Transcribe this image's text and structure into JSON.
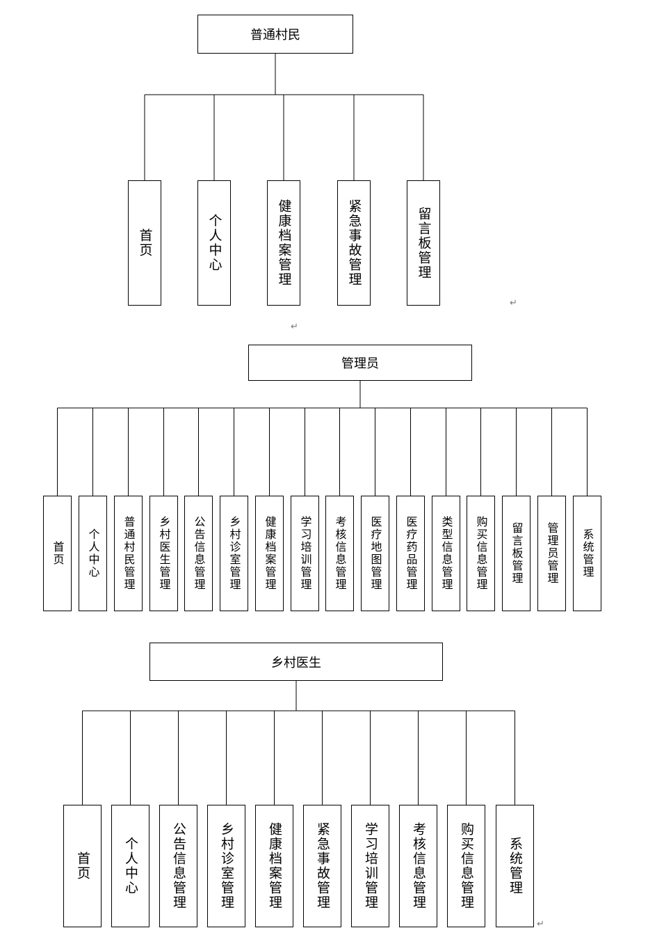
{
  "diagrams": [
    {
      "root": "普通村民",
      "children": [
        "首页",
        "个人中心",
        "健康档案管理",
        "紧急事故管理",
        "留言板管理"
      ]
    },
    {
      "root": "管理员",
      "children": [
        "首页",
        "个人中心",
        "普通村民管理",
        "乡村医生管理",
        "公告信息管理",
        "乡村诊室管理",
        "健康档案管理",
        "学习培训管理",
        "考核信息管理",
        "医疗地图管理",
        "医疗药品管理",
        "类型信息管理",
        "购买信息管理",
        "留言板管理",
        "管理员管理",
        "系统管理"
      ]
    },
    {
      "root": "乡村医生",
      "children": [
        "首页",
        "个人中心",
        "公告信息管理",
        "乡村诊室管理",
        "健康档案管理",
        "紧急事故管理",
        "学习培训管理",
        "考核信息管理",
        "购买信息管理",
        "系统管理"
      ]
    }
  ],
  "paragraph_mark": "↵"
}
